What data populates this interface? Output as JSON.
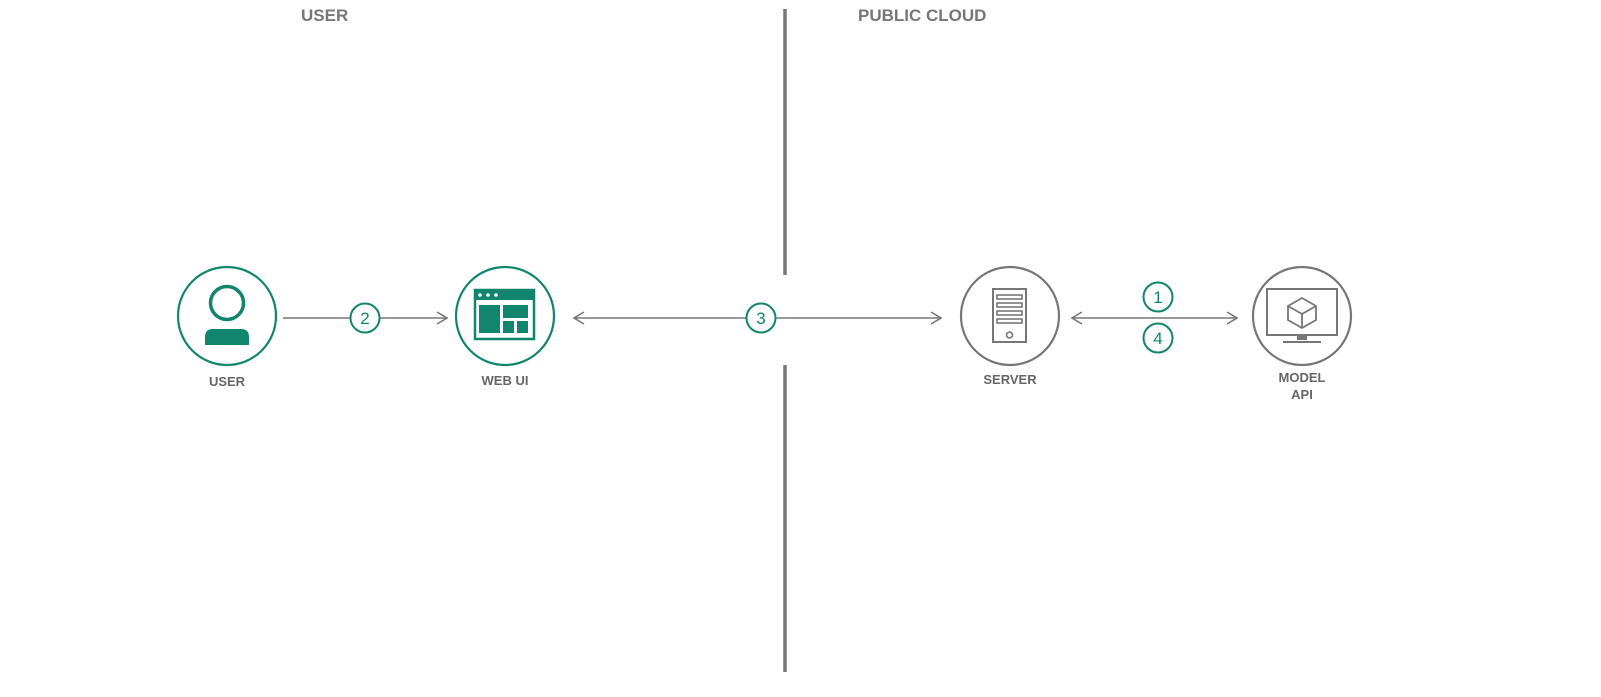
{
  "colors": {
    "teal": "#12856f",
    "gray": "#777777",
    "label": "#666666",
    "background": "#ffffff"
  },
  "headings": {
    "user_zone": "USER",
    "cloud_zone": "PUBLIC CLOUD"
  },
  "nodes": {
    "user": {
      "label": "USER",
      "icon": "user-icon"
    },
    "web_ui": {
      "label": "WEB UI",
      "icon": "web-ui-icon"
    },
    "server": {
      "label": "SERVER",
      "icon": "server-icon"
    },
    "model_api": {
      "label_line1": "MODEL",
      "label_line2": "API",
      "icon": "monitor-cube-icon"
    }
  },
  "steps": {
    "s1": "1",
    "s2": "2",
    "s3": "3",
    "s4": "4"
  }
}
